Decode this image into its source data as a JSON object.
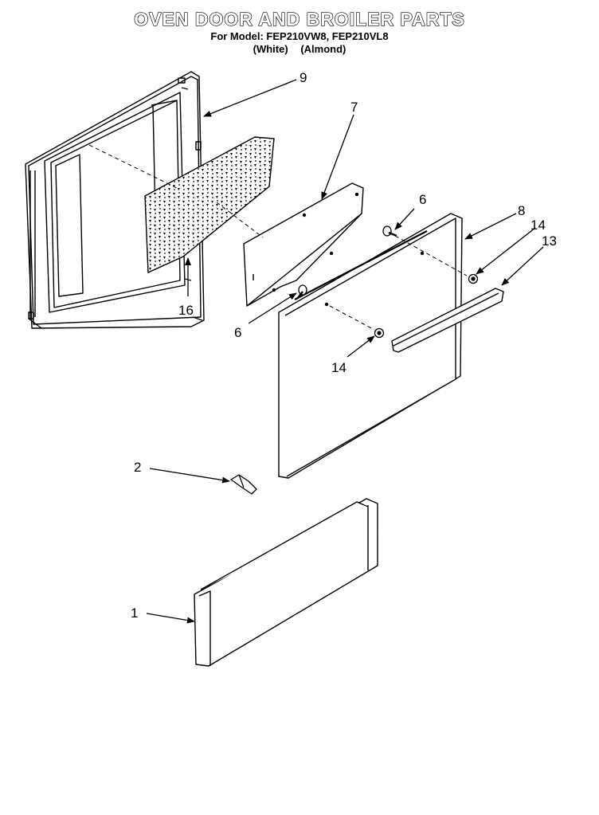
{
  "header": {
    "title": "OVEN DOOR AND BROILER PARTS",
    "model_line": "For Model: FEP210VW8, FEP210VL8",
    "variant_white": "(White)",
    "variant_almond": "(Almond)"
  },
  "callouts": [
    "9",
    "7",
    "6",
    "8",
    "14",
    "13",
    "16",
    "6",
    "14",
    "2",
    "1"
  ],
  "colors": {
    "line": "#000000",
    "background": "#ffffff"
  }
}
